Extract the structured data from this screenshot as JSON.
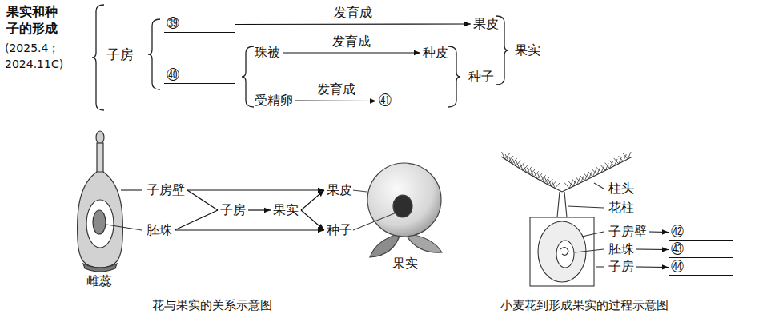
{
  "diagram": {
    "title": "果实和种子的形成",
    "nodes": [
      {
        "text": [
          "子房"
        ]
      },
      {
        "text": [
          "㊴"
        ]
      },
      {
        "text": [
          "㊵"
        ]
      },
      {
        "text": [
          "珠被"
        ]
      },
      {
        "text": [
          "受精卵"
        ]
      },
      {
        "text": [
          "果皮"
        ]
      },
      {
        "text": [
          "种皮"
        ]
      },
      {
        "text": [
          "㊶"
        ]
      },
      {
        "text": [
          "种子"
        ]
      },
      {
        "text": [
          "果实"
        ]
      },
      {
        "text": [
          "子房壁"
        ]
      },
      {
        "text": [
          "胚珠"
        ]
      },
      {
        "text": [
          "子房"
        ]
      },
      {
        "text": [
          "果实"
        ]
      },
      {
        "text": [
          "果皮"
        ]
      },
      {
        "text": [
          "种子"
        ]
      },
      {
        "text": [
          "子房壁"
        ]
      },
      {
        "text": [
          "胚珠"
        ]
      },
      {
        "text": [
          "子房"
        ]
      },
      {
        "text": [
          "㊷"
        ]
      },
      {
        "text": [
          "㊸"
        ]
      },
      {
        "text": [
          "㊹"
        ]
      }
    ],
    "edges": [
      {
        "from": 1,
        "to": 5,
        "label": "发育成",
        "arrow": "to"
      },
      {
        "from": 3,
        "to": 6,
        "label": "发育成",
        "arrow": "to"
      },
      {
        "from": 4,
        "to": 7,
        "label": "发育成",
        "arrow": "to"
      },
      {
        "from": 10,
        "to": 14,
        "arrow": "to"
      },
      {
        "from": 11,
        "to": 15,
        "arrow": "to"
      },
      {
        "from": 10,
        "to": 12,
        "arrow": "none"
      },
      {
        "from": 11,
        "to": 12,
        "arrow": "none"
      },
      {
        "from": 12,
        "to": 13,
        "arrow": "to"
      },
      {
        "from": 13,
        "to": 14,
        "arrow": "to"
      },
      {
        "from": 13,
        "to": 15,
        "arrow": "to"
      },
      {
        "from": 16,
        "to": 19,
        "arrow": "to"
      },
      {
        "from": 17,
        "to": 20,
        "arrow": "to"
      },
      {
        "from": 18,
        "to": 21,
        "arrow": "to"
      }
    ],
    "labels": [
      "(2025.4；2024.11C)",
      "雌蕊",
      "果实",
      "花与果实的关系示意图",
      "柱头",
      "花柱",
      "小麦花到形成果实的过程示意图"
    ]
  }
}
